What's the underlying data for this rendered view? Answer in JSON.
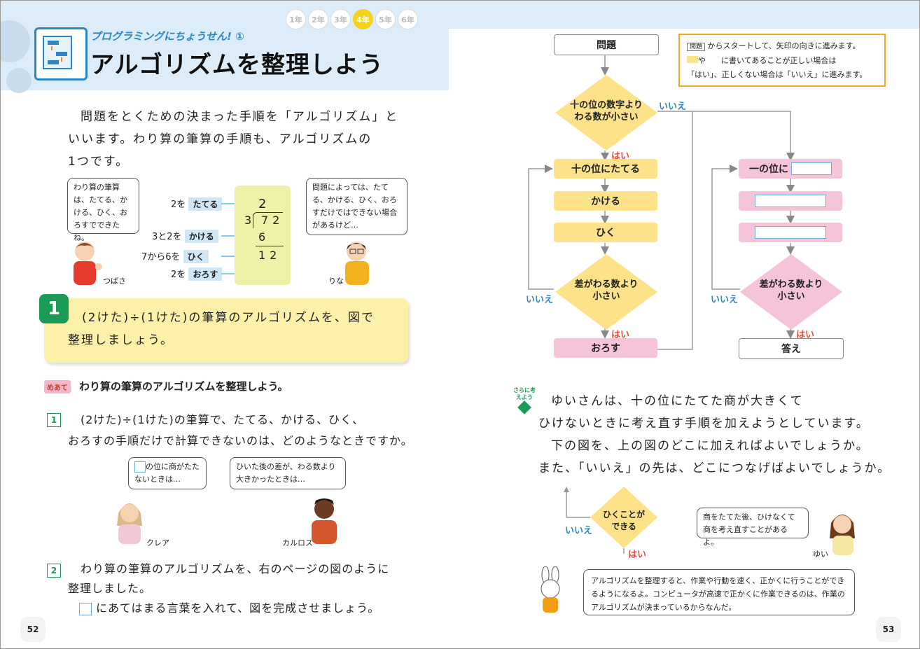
{
  "header": {
    "grades": [
      "1年",
      "2年",
      "3年",
      "4年",
      "5年",
      "6年"
    ],
    "active_grade": "4年",
    "subtitle": "プログラミングにちょうせん! ①",
    "title": "アルゴリズムを整理しよう"
  },
  "left": {
    "intro": [
      "問題をとくための決まった手順を「アルゴリズム」と",
      "いいます。わり算の筆算の手順も、アルゴリズムの",
      "1つです。"
    ],
    "bubble_tsubasa": "わり算の筆算は、たてる、かける、ひく、おろすでできたね。",
    "bubble_rina": "問題によっては、たてる、かける、ひく、おろすだけではできない場合があるけど…",
    "name_tsubasa": "つばさ",
    "name_rina": "りな",
    "steps": [
      {
        "prefix": "2を",
        "label": "たてる"
      },
      {
        "prefix": "3と2を",
        "label": "かける"
      },
      {
        "prefix": "7から6を",
        "label": "ひく"
      },
      {
        "prefix": "2を",
        "label": "おろす"
      }
    ],
    "division": {
      "quotient": "2",
      "divisor": "3",
      "dividend": "72",
      "product": "6",
      "remainder": "12"
    },
    "q_num": "1",
    "question": [
      "(2けた)÷(1けた)の筆算のアルゴリズムを、図で",
      "整理しましょう。"
    ],
    "meate_label": "めあて",
    "meate_text": "わり算の筆算のアルゴリズムを整理しよう。",
    "item1_num": "1",
    "item1_text": [
      "(2けた)÷(1けた)の筆算で、たてる、かける、ひく、",
      "おろすの手順だけで計算できないのは、どのようなときですか。"
    ],
    "bubble_claire": "の位に商がたたないときは…",
    "bubble_carlos": "ひいた後の差が、わる数より大きかったときは…",
    "name_claire": "クレア",
    "name_carlos": "カルロス",
    "item2_num": "2",
    "item2_text": [
      "わり算の筆算のアルゴリズムを、右のページの図のように",
      "整理しました。",
      "にあてはまる言葉を入れて、図を完成させましょう。"
    ],
    "page_no": "52"
  },
  "right": {
    "note": [
      "からスタートして、矢印の向きに進みます。",
      "や　　に書いてあることが正しい場合は",
      "「はい」、正しくない場合は「いいえ」に進みます。"
    ],
    "note_tag": "問題",
    "flow": {
      "start": "問題",
      "d1": "十の位の数字より\nわる数が小さい",
      "s1": "十の位にたてる",
      "s2": "かける",
      "s3": "ひく",
      "d2": "差がわる数より\n小さい",
      "s4": "おろす",
      "r1": "一の位に",
      "d3": "差がわる数より\n小さい",
      "end": "答え",
      "yes": "はい",
      "no": "いいえ"
    },
    "extra_label": "さらに考えよう",
    "extra_text": [
      "ゆいさんは、十の位にたてた商が大きくて",
      "ひけないときに考え直す手順を加えようとしています。",
      "下の図を、上の図のどこに加えればよいでしょうか。",
      "また、「いいえ」の先は、どこにつなげばよいでしょうか。"
    ],
    "mini_d": "ひくことが\nできる",
    "bubble_yui": "商をたてた後、ひけなくて商を考え直すことがあるよ。",
    "name_yui": "ゆい",
    "rabbit_text": "アルゴリズムを整理すると、作業や行動を速く、正かくに行うことができるようになるよ。コンピュータが高速で正かくに作業できるのは、作業のアルゴリズムが決まっているからなんだ。",
    "page_no": "53"
  }
}
